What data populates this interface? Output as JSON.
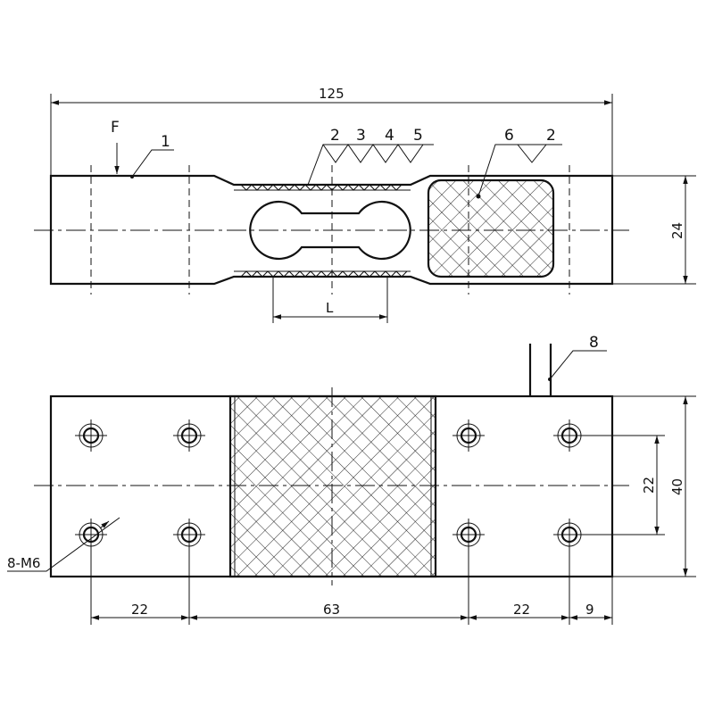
{
  "top_view": {
    "force_label": "F",
    "callouts": [
      "1",
      "2",
      "3",
      "4",
      "5",
      "6",
      "2"
    ],
    "dim_overall_length": "125",
    "dim_height": "24",
    "dim_gauge_length": "L"
  },
  "bottom_view": {
    "cable_callout": "8",
    "thread_callout": "8-M6",
    "dim_width": "40",
    "dim_hole_spacing": "22",
    "dim_left_spacing": "22",
    "dim_middle_spacing": "63",
    "dim_right_spacing": "22",
    "dim_end_offset": "9"
  }
}
